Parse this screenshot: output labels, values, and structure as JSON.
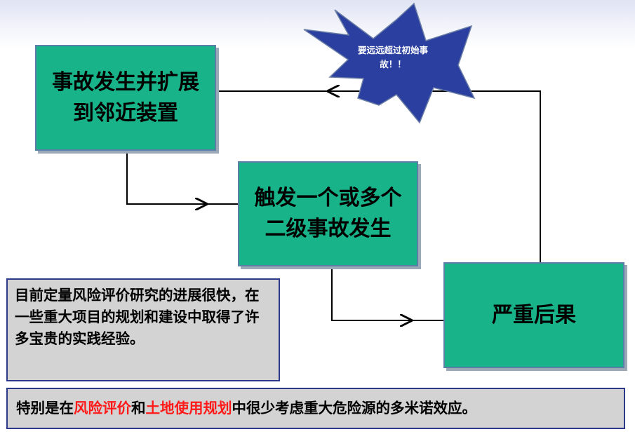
{
  "boxes": {
    "accident_spread_line1": "事故发生并扩展",
    "accident_spread_line2": "到邻近装置",
    "secondary_line1": "触发一个或多个",
    "secondary_line2": "二级事故发生",
    "consequence": "严重后果"
  },
  "callout": {
    "line1": "要远远超过初始事",
    "line2": "故！！"
  },
  "note_progress": {
    "text": "目前定量风险评价研究的进展很快，在一些重大项目的规划和建设中取得了许多宝贵的实践经验。"
  },
  "note_domino": {
    "part1": "特别是在",
    "part2": "风险评价",
    "part3": "和",
    "part4": "土地使用规划",
    "part5": "中很少考虑重大危险源的多米诺效应。"
  },
  "colors": {
    "box_fill": "#19b38a",
    "star_fill": "#2b3fa0",
    "highlight_text": "#ff1a1a",
    "note_fill": "#d3d3d3"
  }
}
